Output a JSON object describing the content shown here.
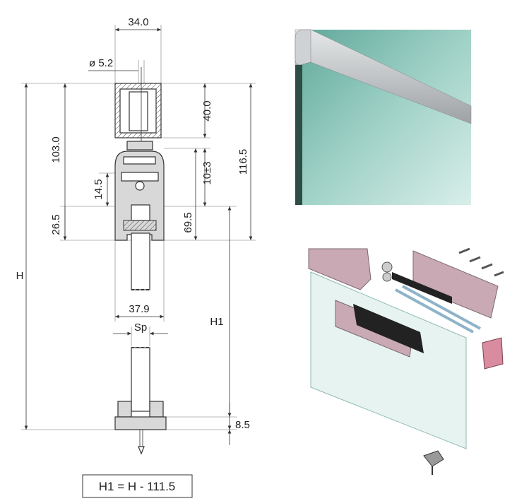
{
  "drawing": {
    "dimensions": {
      "width_top": "34.0",
      "diameter": "ø 5.2",
      "d103": "103.0",
      "d40": "40.0",
      "d116": "116.5",
      "d10": "10±3",
      "d14": "14.5",
      "d69": "69.5",
      "d26": "26.5",
      "d37": "37.9",
      "H": "H",
      "H1": "H1",
      "Sp": "Sp",
      "d8": "8.5"
    },
    "formula": "H1 = H - 111.5"
  },
  "colors": {
    "glass": "#7fbfb0",
    "aluminium": "#b9bcbf",
    "rail": "#c9a9b3"
  }
}
